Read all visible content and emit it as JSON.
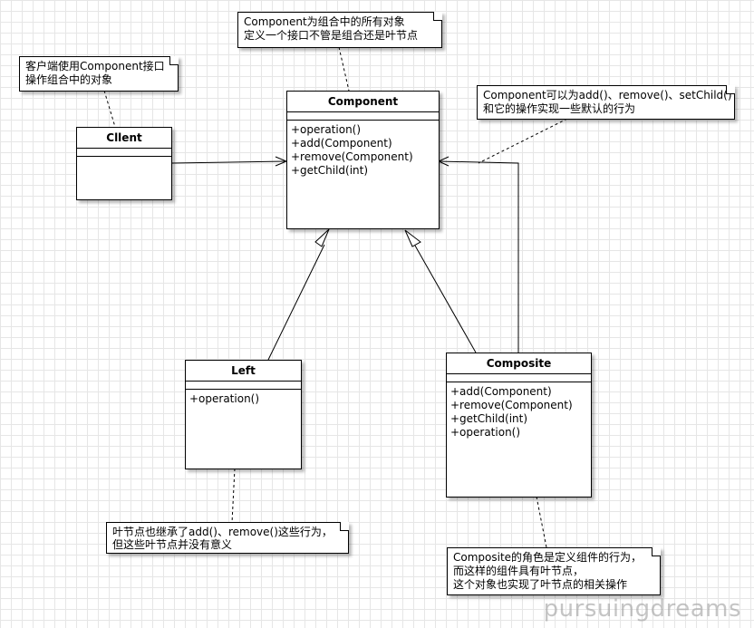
{
  "classes": {
    "component": {
      "name": "Component",
      "methods": [
        "+operation()",
        "+add(Component)",
        "+remove(Component)",
        "+getChild(int)"
      ]
    },
    "client": {
      "name": "Cllent",
      "methods": []
    },
    "left": {
      "name": "Left",
      "methods": [
        "+operation()"
      ]
    },
    "composite": {
      "name": "Composite",
      "methods": [
        "+add(Component)",
        "+remove(Component)",
        "+getChild(int)",
        "+operation()"
      ]
    }
  },
  "notes": {
    "component": [
      "Component为组合中的所有对象",
      "定义一个接口不管是组合还是叶节点"
    ],
    "client": [
      "客户端使用Component接口",
      "操作组合中的对象"
    ],
    "default": [
      "Component可以为add()、remove()、setChild()",
      "和它的操作实现一些默认的行为"
    ],
    "leaf": [
      "叶节点也继承了add()、remove()这些行为，",
      "但这些叶节点并没有意义"
    ],
    "composite": [
      "Composite的角色是定义组件的行为，",
      "而这样的组件具有叶节点，",
      "这个对象也实现了叶节点的相关操作"
    ]
  },
  "watermark": "pursuingdreams"
}
